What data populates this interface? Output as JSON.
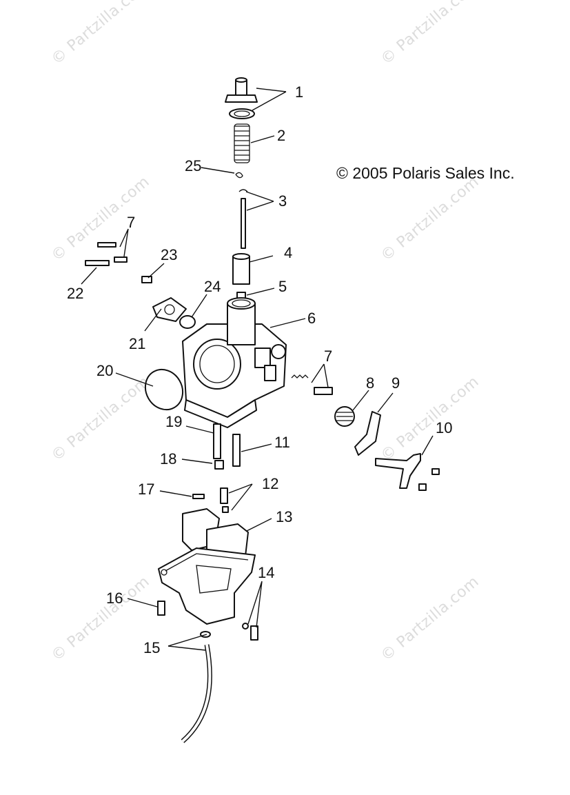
{
  "copyright": "© 2005 Polaris Sales Inc.",
  "watermark": "© Partzilla.com",
  "callouts": [
    "1",
    "2",
    "25",
    "3",
    "7",
    "4",
    "23",
    "5",
    "22",
    "24",
    "6",
    "21",
    "7",
    "20",
    "8",
    "9",
    "19",
    "10",
    "11",
    "18",
    "12",
    "17",
    "13",
    "14",
    "16",
    "15"
  ]
}
